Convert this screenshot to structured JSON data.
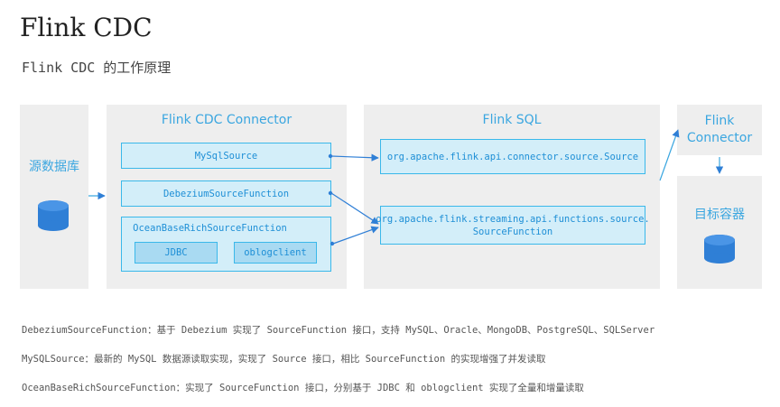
{
  "header": {
    "title": "Flink CDC",
    "subtitle": "Flink CDC 的工作原理"
  },
  "source_panel": {
    "label": "源数据库"
  },
  "connector_panel": {
    "title": "Flink CDC Connector",
    "mysql_source": "MySqlSource",
    "debezium_source": "DebeziumSourceFunction",
    "oceanbase_source": "OceanBaseRichSourceFunction",
    "jdbc": "JDBC",
    "oblogclient": "oblogclient"
  },
  "flink_sql_panel": {
    "title": "Flink SQL",
    "source_class": "org.apache.flink.api.connector.source.Source",
    "source_function_class": "org.apache.flink.streaming.api.functions.source.\nSourceFunction"
  },
  "flink_connector_panel": {
    "title": "Flink\nConnector"
  },
  "target_panel": {
    "label": "目标容器"
  },
  "notes": [
    "DebeziumSourceFunction：基于 Debezium 实现了 SourceFunction 接口，支持 MySQL、Oracle、MongoDB、PostgreSQL、SQLServer",
    "MySQLSource：最新的 MySQL 数据源读取实现，实现了 Source 接口，相比 SourceFunction 的实现增强了并发读取",
    "OceanBaseRichSourceFunction：实现了 SourceFunction 接口，分别基于 JDBC 和 oblogclient 实现了全量和增量读取"
  ],
  "colors": {
    "panel_bg": "#eeeeee",
    "accent_blue": "#3aa6e0",
    "box_fill": "#d3eef9",
    "box_border": "#3ab8ea",
    "database_icon": "#2f7fd6"
  }
}
